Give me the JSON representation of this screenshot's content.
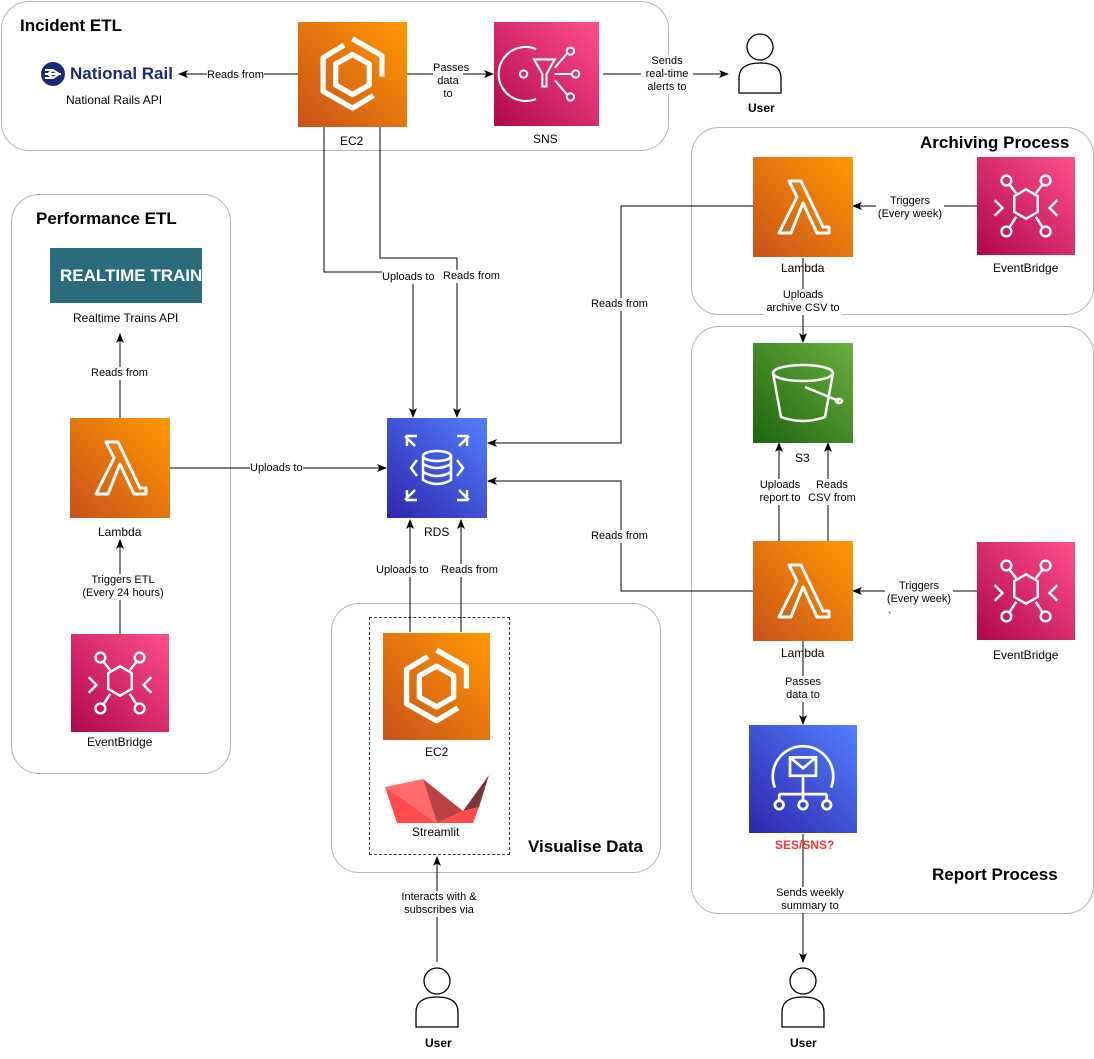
{
  "groups": {
    "incident": "Incident ETL",
    "performance": "Performance ETL",
    "archiving": "Archiving Process",
    "report": "Report Process",
    "visualise": "Visualise Data"
  },
  "nodes": {
    "national_rail_logo": "National Rail",
    "national_rail_api": "National Rails API",
    "ec2_incident": "EC2",
    "sns": "SNS",
    "user_top": "User",
    "realtime_logo": "REALTIME TRAINS",
    "realtime_api": "Realtime Trains API",
    "lambda_perf": "Lambda",
    "eventbridge_perf": "EventBridge",
    "rds": "RDS",
    "ec2_vis": "EC2",
    "streamlit": "Streamlit",
    "user_bottom_left": "User",
    "lambda_archive": "Lambda",
    "eventbridge_archive": "EventBridge",
    "s3": "S3",
    "lambda_report": "Lambda",
    "eventbridge_report": "EventBridge",
    "ses": "SES/SNS?",
    "user_bottom_right": "User"
  },
  "edges": {
    "ec2_reads_nr": "Reads from",
    "ec2_passes_sns": "Passes data to",
    "sns_alerts_user": "Sends real-time alerts to",
    "ec2_uploads_rds": "Uploads to",
    "ec2_reads_rds": "Reads from",
    "lambda_perf_reads": "Reads from",
    "lambda_perf_uploads": "Uploads to",
    "evb_triggers_perf": "Triggers ETL (Every 24 hours)",
    "vis_uploads_rds": "Uploads to",
    "vis_reads_rds": "Reads from",
    "user_interacts": "Interacts with & subscribes via",
    "archive_reads_rds": "Reads from",
    "evb_triggers_archive": "Triggers (Every week)",
    "archive_uploads_s3": "Uploads archive CSV to",
    "report_uploads_s3": "Uploads report to",
    "report_reads_s3": "Reads CSV from",
    "report_reads_rds": "Reads from",
    "evb_triggers_report": "Triggers (Every week)",
    "report_passes_ses": "Passes data to",
    "ses_sends_user": "Sends weekly summary to",
    "stray_mark": "`"
  },
  "colors": {
    "compute": "#ed7100",
    "integration": "#e7157b",
    "database": "#3b48cc",
    "storage": "#3f8624",
    "realtime_bg": "#2a6b7c",
    "national_rail": "#1e2a78",
    "streamlit": "#ff4b4b",
    "warning": "#ff3333"
  }
}
